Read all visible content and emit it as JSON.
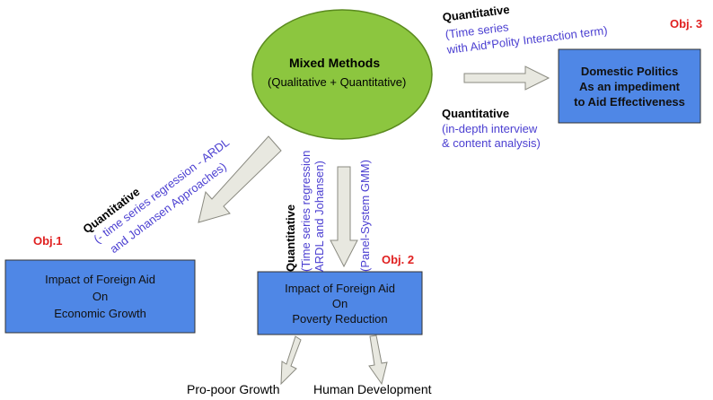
{
  "center": {
    "title": "Mixed Methods",
    "subtitle": "(Qualitative + Quantitative)"
  },
  "objectives": {
    "obj1": {
      "tag": "Obj.1",
      "lines": [
        "Impact of Foreign Aid",
        "On",
        "Economic Growth"
      ]
    },
    "obj2": {
      "tag": "Obj. 2",
      "lines": [
        "Impact of Foreign Aid",
        "On",
        "Poverty Reduction"
      ]
    },
    "obj3": {
      "tag": "Obj. 3",
      "lines": [
        "Domestic Politics",
        "As an impediment",
        "to Aid Effectiveness"
      ]
    }
  },
  "methods": {
    "obj3_a": {
      "label": "Quantitative",
      "detail": [
        "(Time series",
        "with Aid*Polity Interaction term)"
      ]
    },
    "obj3_b": {
      "label": "Quantitative",
      "detail": [
        "(in-depth interview",
        "& content analysis)"
      ]
    },
    "obj1": {
      "label": "Quantitative",
      "detail": [
        "(- time series regression - ARDL",
        "and Johansen Approaches)"
      ]
    },
    "obj2_a": {
      "label": "Quantitative",
      "detail": [
        "(Time series regression",
        "ARDL and Johansen)"
      ]
    },
    "obj2_b": {
      "detail": [
        "(Panel-System GMM)"
      ]
    }
  },
  "outcomes": [
    "Pro-poor Growth",
    "Human Development"
  ],
  "colors": {
    "ellipse": "#8cc63f",
    "box": "#4f87e6",
    "arrow": "#e8e8e0",
    "method": "#4b3fd1",
    "tag": "#e02020"
  }
}
